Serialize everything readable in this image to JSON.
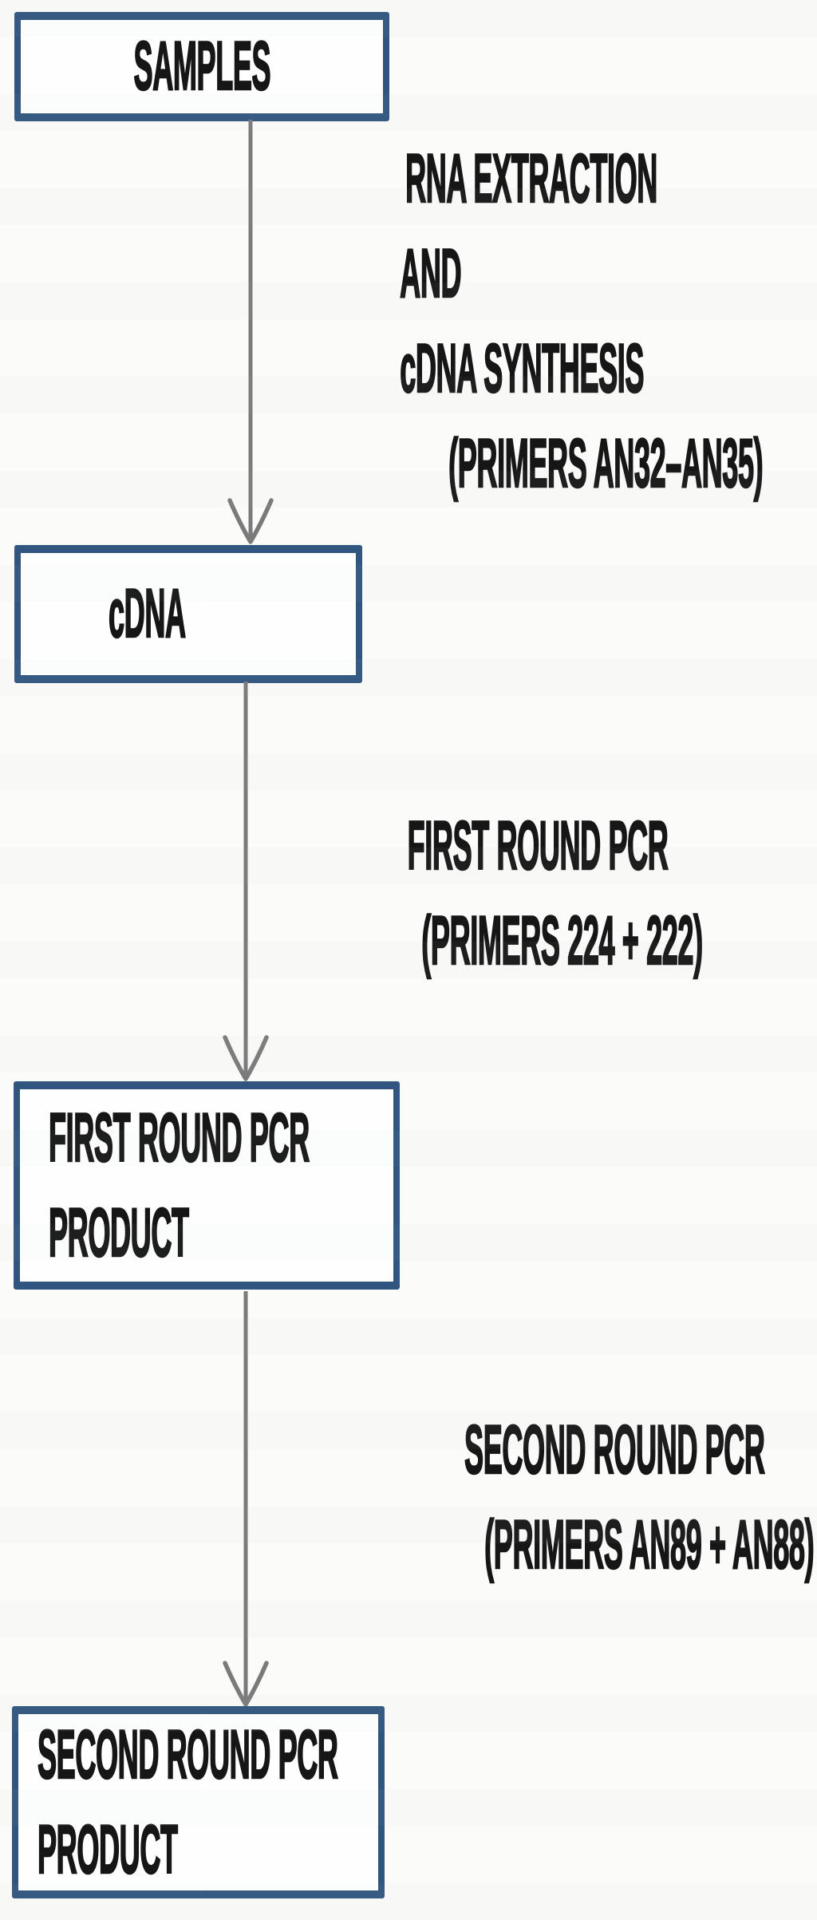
{
  "diagram": {
    "type": "flowchart",
    "direction": "top-down",
    "nodes": [
      {
        "id": "samples",
        "label": "SAMPLES"
      },
      {
        "id": "cdna",
        "label": "cDNA"
      },
      {
        "id": "first_round_pcr_product",
        "lines": [
          "FIRST ROUND PCR",
          "PRODUCT"
        ]
      },
      {
        "id": "second_round_pcr_product",
        "lines": [
          "SECOND ROUND PCR",
          "PRODUCT"
        ]
      }
    ],
    "edges": [
      {
        "from": "samples",
        "to": "cdna",
        "lines": [
          "RNA EXTRACTION",
          "AND",
          "cDNA SYNTHESIS",
          "(PRIMERS AN32–AN35)"
        ]
      },
      {
        "from": "cdna",
        "to": "first_round_pcr_product",
        "lines": [
          "FIRST ROUND PCR",
          "(PRIMERS 224 + 222)"
        ]
      },
      {
        "from": "first_round_pcr_product",
        "to": "second_round_pcr_product",
        "lines": [
          "SECOND ROUND PCR",
          "(PRIMERS AN89 + AN88)"
        ]
      }
    ],
    "colors": {
      "box_border": "#30557f",
      "box_fill": "#fefefe",
      "arrow": "#7a7a7a",
      "text": "#161616",
      "background": "#fbfbf9"
    }
  }
}
